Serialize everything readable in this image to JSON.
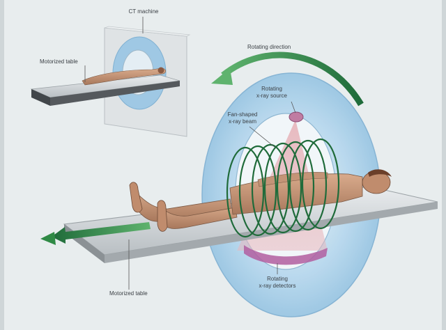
{
  "labels": {
    "ct_machine": "CT machine",
    "motorized_table_small": "Motorized table",
    "rotating_direction": "Rotating direction",
    "rotating_source_1": "Rotating",
    "rotating_source_2": "x-ray source",
    "fan_beam_1": "Fan-shaped",
    "fan_beam_2": "x-ray beam",
    "motorized_table_large": "Motorized table",
    "rotating_detectors_1": "Rotating",
    "rotating_detectors_2": "x-ray detectors"
  },
  "colors": {
    "background": "#e8edee",
    "gantry_blue": "#a9cfe8",
    "beam_pink": "#e7b7bd",
    "coil_green": "#1f6b3a",
    "arrow_green": "#2f8a45",
    "table_gray": "#cfd4d7",
    "skin": "#c99a7c",
    "leader_line": "#555555"
  },
  "icons": {
    "rotation_arrow": "curved-arrow",
    "table_arrow": "straight-arrow"
  }
}
